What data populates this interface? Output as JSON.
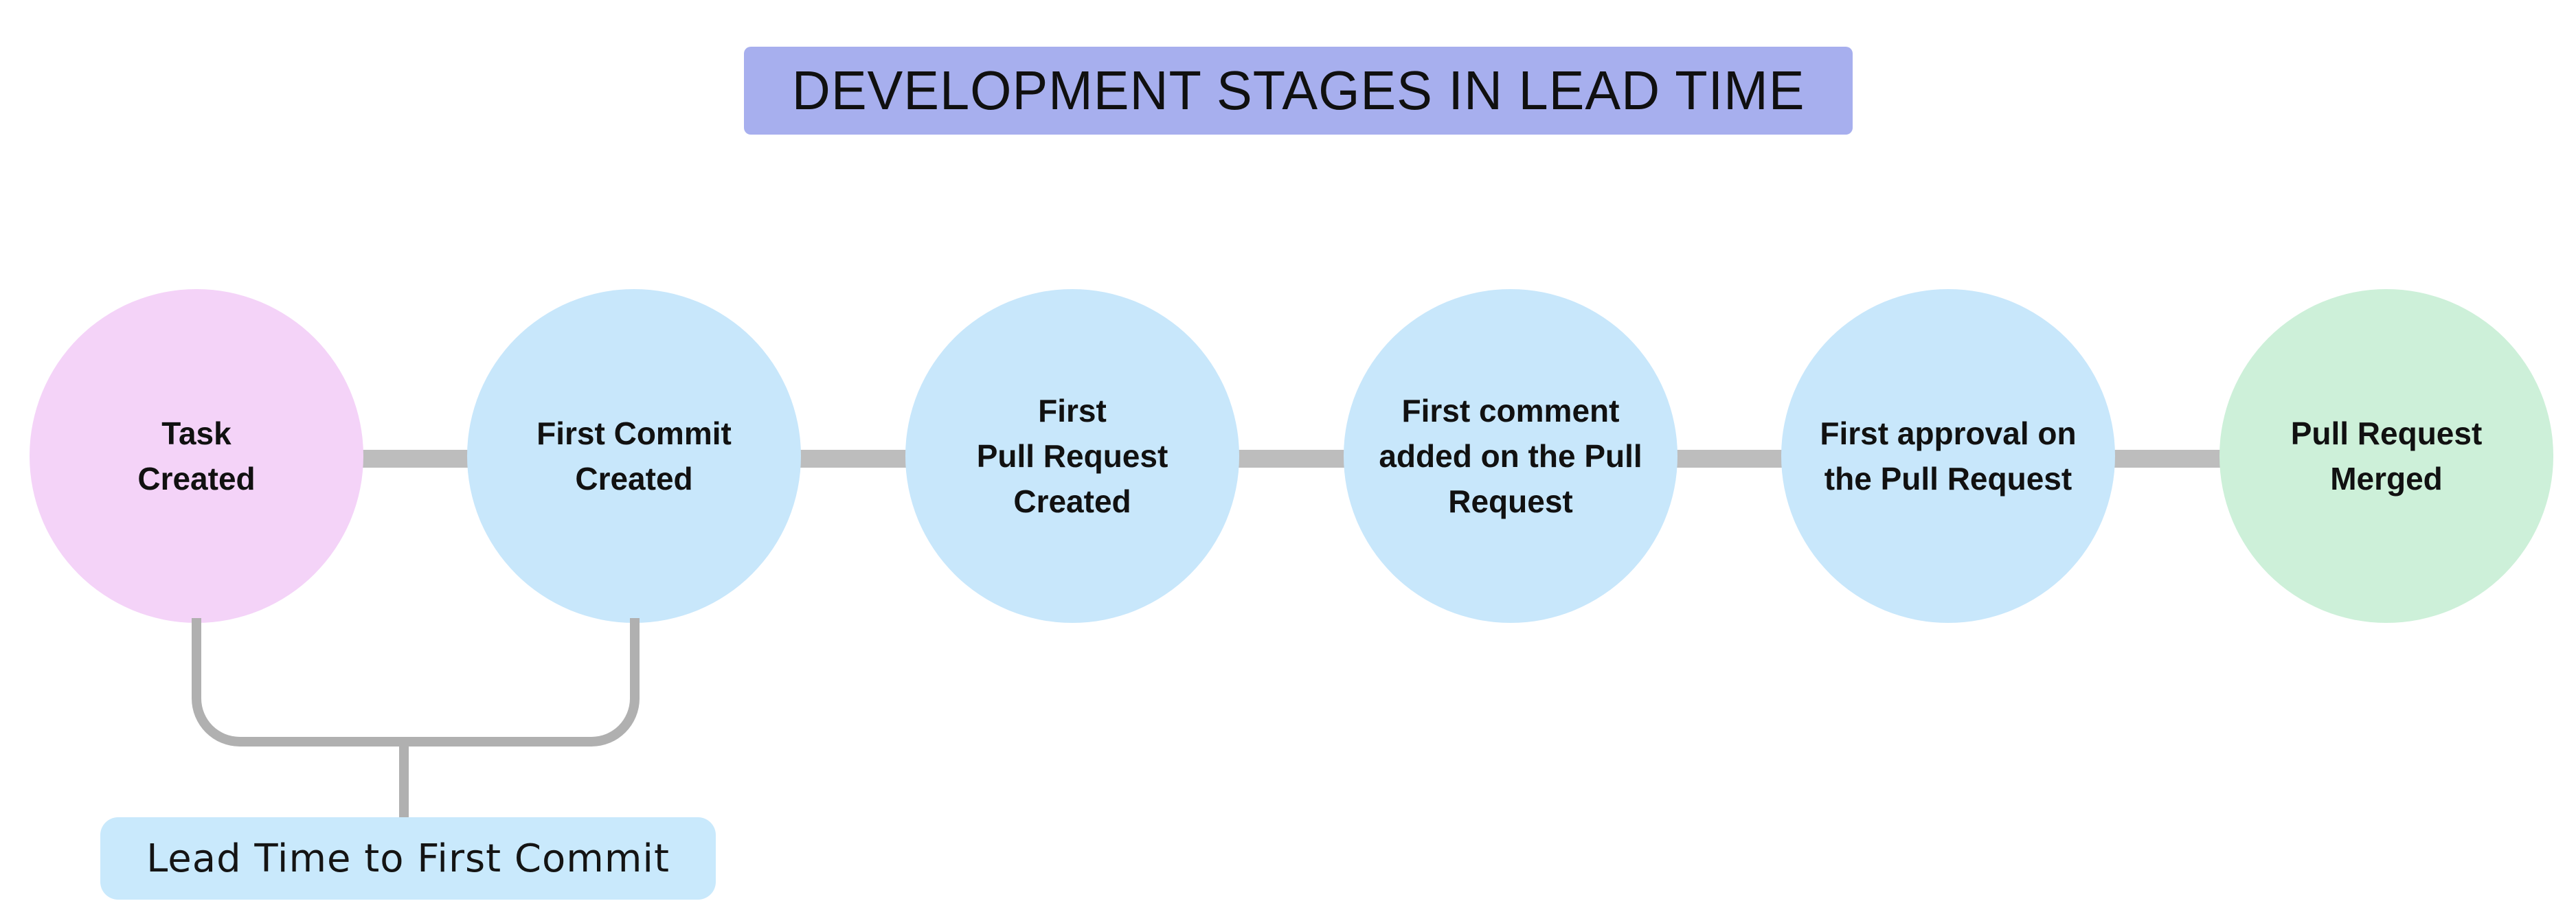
{
  "title": {
    "text": "DEVELOPMENT STAGES IN LEAD TIME",
    "bg": "#a7afee"
  },
  "stages": [
    {
      "label": "Task\nCreated",
      "color": "#f4d3f8"
    },
    {
      "label": "First Commit\nCreated",
      "color": "#c8e7fb"
    },
    {
      "label": "First\nPull Request\nCreated",
      "color": "#c8e7fb"
    },
    {
      "label": "First comment\nadded on the Pull\nRequest",
      "color": "#c8e7fb"
    },
    {
      "label": "First approval on\nthe Pull Request",
      "color": "#c8e7fb"
    },
    {
      "label": "Pull Request\nMerged",
      "color": "#cdf0d9"
    }
  ],
  "annotation": {
    "label": "Lead Time to First Commit",
    "bg": "#c9e9fc"
  },
  "colors": {
    "background": "#ffffff",
    "connector_bar": "#bdbdbd",
    "bracket": "#b0b0b0",
    "text": "#111111"
  }
}
